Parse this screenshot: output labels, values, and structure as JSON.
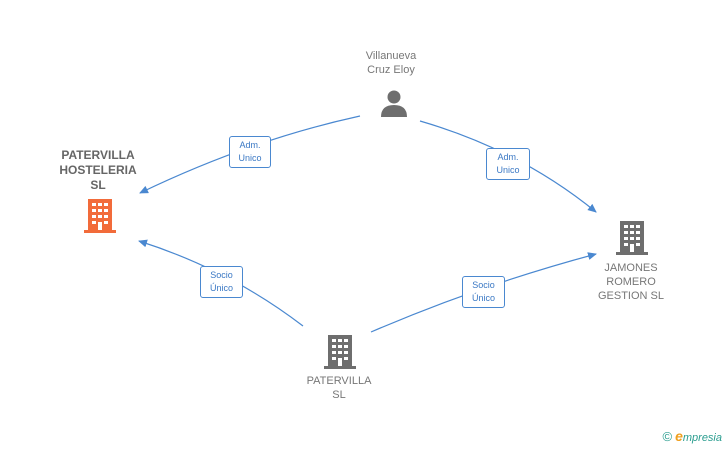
{
  "nodes": {
    "person": {
      "label": "Villanueva\nCruz Eloy"
    },
    "patervilla_hosteleria": {
      "label": "PATERVILLA\nHOSTELERIA\nSL"
    },
    "jamones_romero": {
      "label": "JAMONES\nROMERO\nGESTION  SL"
    },
    "patervilla_sl": {
      "label": "PATERVILLA\nSL"
    }
  },
  "edges": {
    "adm1": {
      "label": "Adm.\nUnico"
    },
    "adm2": {
      "label": "Adm.\nUnico"
    },
    "socio1": {
      "label": "Socio\nÚnico"
    },
    "socio2": {
      "label": "Socio\nÚnico"
    }
  },
  "colors": {
    "edge": "#4a88d0",
    "highlight_building": "#f26b3a",
    "building": "#6e6e6e",
    "person": "#6e6e6e"
  },
  "icons": {
    "person": "person-icon",
    "building": "building-icon"
  },
  "brand": {
    "copyright": "©",
    "initial": "e",
    "rest": "mpresia"
  }
}
